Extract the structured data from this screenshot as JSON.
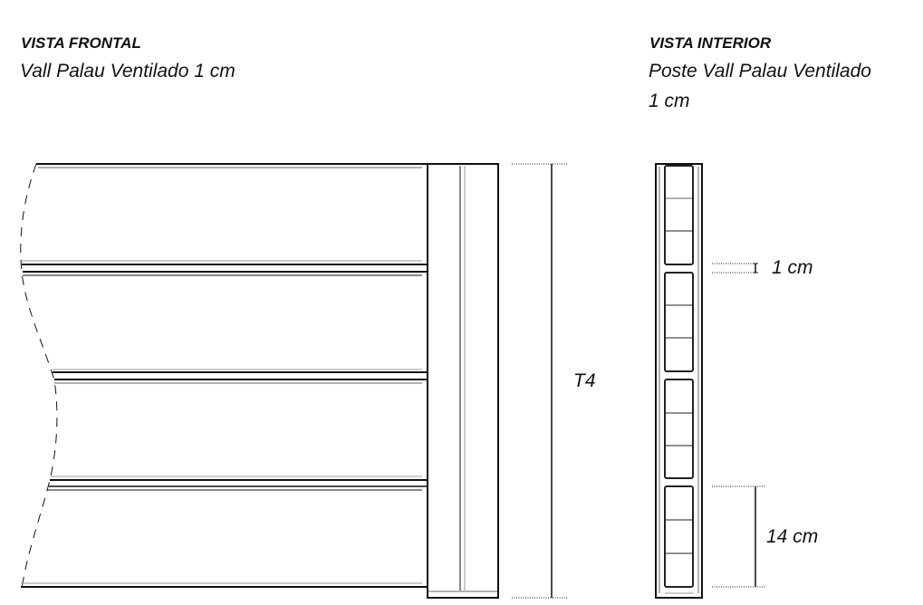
{
  "front_view": {
    "heading": "VISTA FRONTAL",
    "subtitle": "Vall Palau Ventilado 1 cm",
    "height_label": "T4"
  },
  "interior_view": {
    "heading": "VISTA INTERIOR",
    "subtitle_line1": "Poste Vall Palau Ventilado",
    "subtitle_line2": "1 cm",
    "gap_label": "1 cm",
    "board_label": "14 cm"
  }
}
